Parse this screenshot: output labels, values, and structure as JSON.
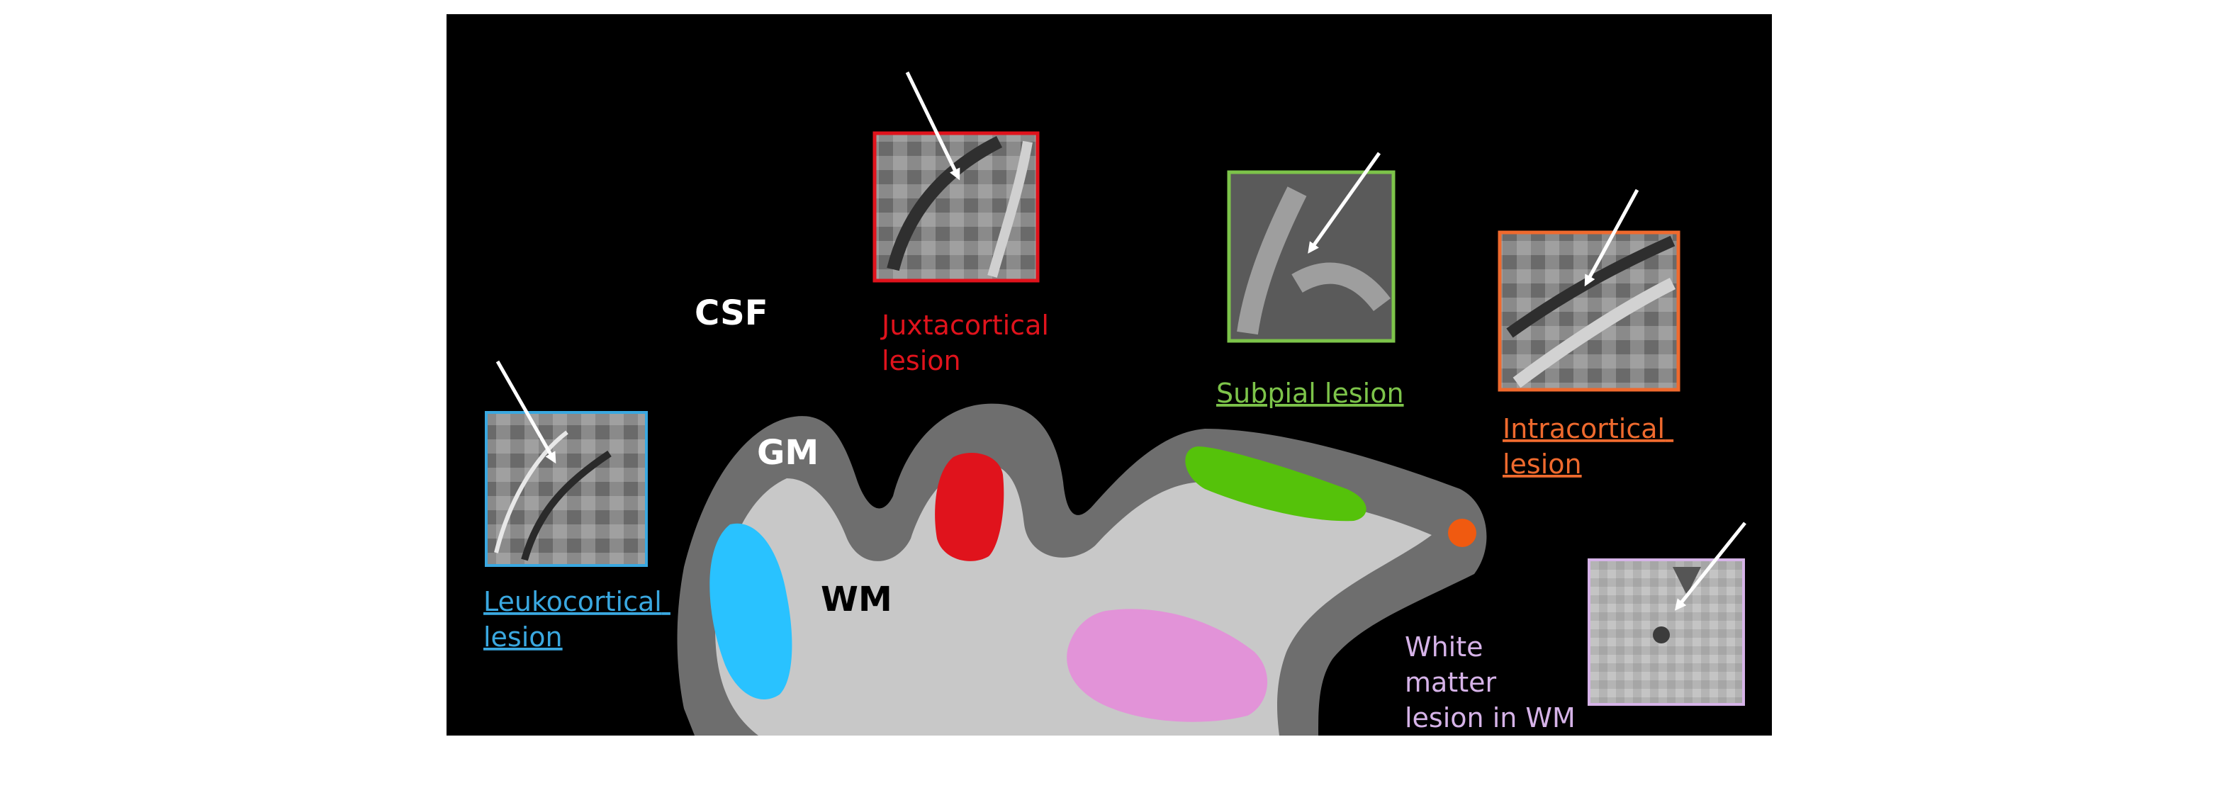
{
  "labels": {
    "csf": "CSF",
    "gm": "GM",
    "wm": "WM"
  },
  "lesions": {
    "leukocortical": {
      "line1": "Leukocortical",
      "line2": "lesion",
      "color": "#3aa8e0",
      "fill": "#29c2ff"
    },
    "juxtacortical": {
      "line1": "Juxtacortical",
      "line2": "lesion",
      "color": "#e0131c",
      "fill": "#e0131c"
    },
    "subpial": {
      "line1": "Subpial lesion",
      "color": "#7dc44a",
      "fill": "#55c20a"
    },
    "intracortical": {
      "line1": "Intracortical",
      "line2": "lesion",
      "color": "#ef6a2e",
      "fill": "#f05a10"
    },
    "white_matter": {
      "line1": "White",
      "line2": "matter",
      "line3": "lesion in WM",
      "color": "#d6b3e8",
      "fill": "#e293d8"
    }
  },
  "colors": {
    "background": "#000000",
    "gray_matter": "#6e6e6e",
    "white_matter": "#c8c8c8"
  }
}
